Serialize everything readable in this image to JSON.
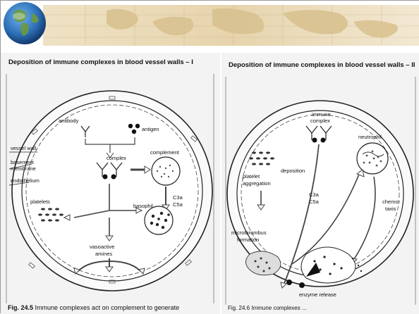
{
  "slide": {
    "logo_icon": "globe-icon",
    "banner_style": "old-map"
  },
  "panel_left": {
    "title": "Deposition of immune complexes in blood vessel walls – I",
    "labels": {
      "antibody": "antibody",
      "antigen": "antigen",
      "vessel_wall": "vessel wall",
      "basement": "basement",
      "membrane": "membrane",
      "endothelium": "endothelium",
      "complex": "complex",
      "complement": "complement",
      "platelets": "platelets",
      "basophil": "basophil",
      "c3a": "C3a",
      "c5a": "C5a",
      "vasoactive": "vasoactive",
      "amines": "amines"
    },
    "caption_fig": "Fig. 24.5",
    "caption_text": "Immune complexes act on complement to generate"
  },
  "panel_right": {
    "title": "Deposition of immune complexes in blood vessel walls – II",
    "labels": {
      "immune": "immune",
      "complex": "complex",
      "neutrophil": "neutrophil",
      "platelet": "platelet",
      "aggregation": "aggregation",
      "deposition": "deposition",
      "c3a": "C3a",
      "c5a": "C5a",
      "chemo": "chemo-",
      "taxis": "taxis",
      "microthrombus": "microthrombus",
      "formation": "formation",
      "enzyme_release": "enzyme release"
    },
    "caption_text": "Fig. 24.6 Immune complexes ..."
  }
}
